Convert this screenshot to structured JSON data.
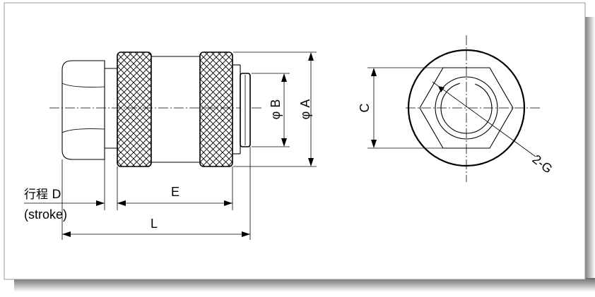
{
  "labels": {
    "dim_A": "φ A",
    "dim_B": "φ B",
    "dim_C": "C",
    "dim_E": "E",
    "dim_L": "L",
    "thread": "2-G",
    "stroke_cn": "行程 D",
    "stroke_en": "(stroke)"
  }
}
